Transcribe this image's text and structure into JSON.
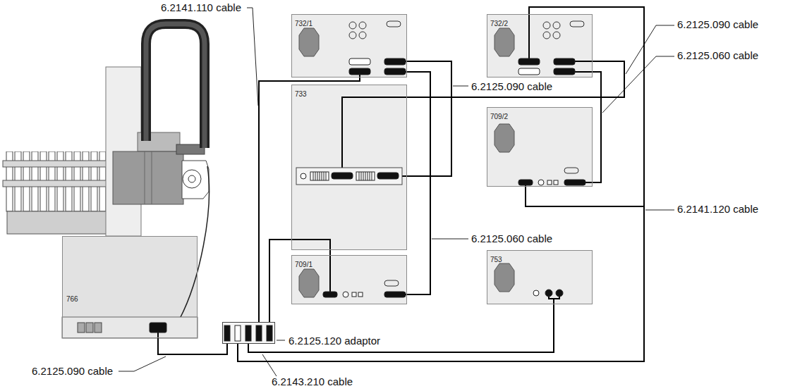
{
  "diagram": {
    "nodes": [
      {
        "text": [
          "766"
        ]
      },
      {
        "text": [
          "732/1"
        ]
      },
      {
        "text": [
          "733"
        ]
      },
      {
        "text": [
          "709/1"
        ]
      },
      {
        "text": [
          "732/2"
        ]
      },
      {
        "text": [
          "709/2"
        ]
      },
      {
        "text": [
          "753"
        ]
      },
      {
        "text": [
          "6.2125.120 adaptor"
        ]
      }
    ],
    "edges": [
      {
        "from": 0,
        "to": 7,
        "arrow": "none"
      },
      {
        "from": 7,
        "to": 1,
        "arrow": "none"
      },
      {
        "from": 7,
        "to": 3,
        "arrow": "none"
      },
      {
        "from": 7,
        "to": 6,
        "arrow": "none"
      },
      {
        "from": 7,
        "to": 4,
        "arrow": "none"
      },
      {
        "from": 7,
        "to": 5,
        "arrow": "none"
      },
      {
        "from": 1,
        "to": 2,
        "arrow": "none"
      },
      {
        "from": 1,
        "to": 3,
        "arrow": "none"
      },
      {
        "from": 4,
        "to": 2,
        "arrow": "none"
      },
      {
        "from": 4,
        "to": 5,
        "arrow": "none"
      }
    ],
    "labels": [
      "6.2141.110 cable",
      "6.2125.090 cable",
      "6.2125.090 cable",
      "6.2125.060 cable",
      "6.2125.060 cable",
      "6.2141.120 cable",
      "6.2125.090 cable",
      "6.2143.210 cable"
    ]
  }
}
